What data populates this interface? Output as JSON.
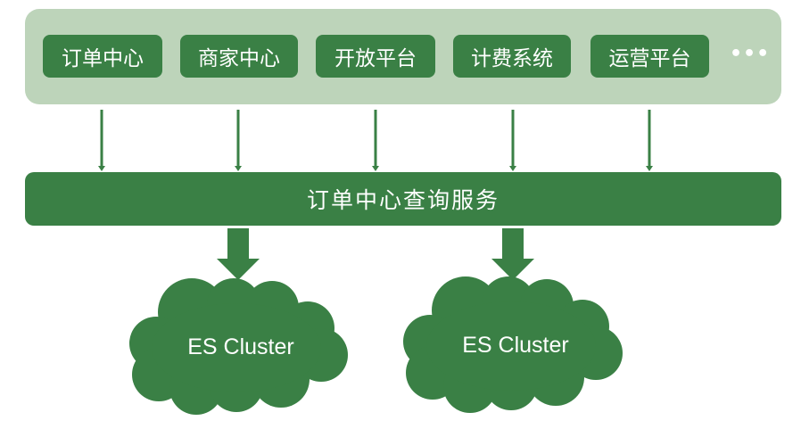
{
  "clients": [
    {
      "label": "订单中心"
    },
    {
      "label": "商家中心"
    },
    {
      "label": "开放平台"
    },
    {
      "label": "计费系统"
    },
    {
      "label": "运营平台"
    }
  ],
  "more_label": "•••",
  "service": {
    "label": "订单中心查询服务"
  },
  "clusters": [
    {
      "label": "ES Cluster"
    },
    {
      "label": "ES Cluster"
    }
  ],
  "colors": {
    "primary": "#3a8045",
    "panel": "#bdd4ba"
  }
}
